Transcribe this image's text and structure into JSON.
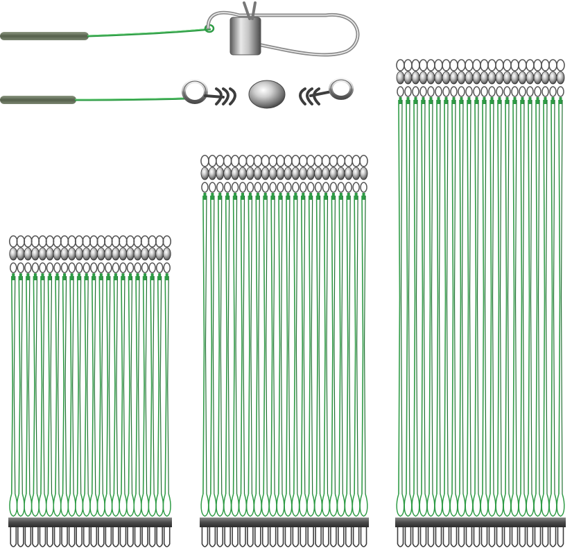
{
  "image": {
    "subject": "fishing-wire-leaders-product-photo",
    "colors": {
      "background": "#ffffff",
      "wire": "#2e9b45",
      "wire_light": "#5cc46e",
      "wire_dark": "#1f6e30",
      "metal": "#9a9a9a",
      "metal_dark": "#3c3c3c",
      "metal_light": "#e6e6e6",
      "sleeve": "#5f6b55"
    },
    "detail_views": [
      {
        "name": "snap-detail",
        "end_type": "interlock-snap"
      },
      {
        "name": "swivel-detail",
        "end_type": "barrel-swivel"
      }
    ],
    "bundles": [
      {
        "name": "short-bundle",
        "leader_count": 22,
        "relative_length": "short"
      },
      {
        "name": "medium-bundle",
        "leader_count": 22,
        "relative_length": "medium"
      },
      {
        "name": "long-bundle",
        "leader_count": 22,
        "relative_length": "long"
      }
    ]
  }
}
